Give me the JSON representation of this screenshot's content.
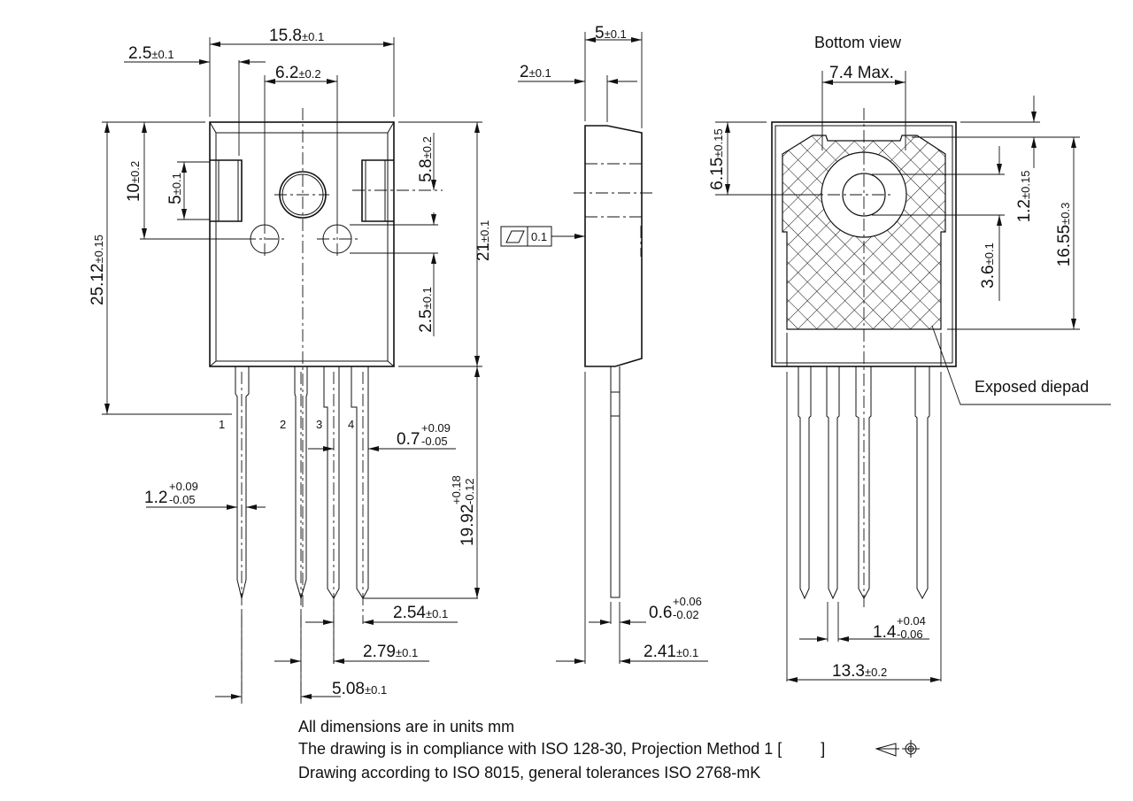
{
  "front_view": {
    "width": {
      "value": "15.8",
      "tol": "±0.1"
    },
    "tab_offset": {
      "value": "2.5",
      "tol": "±0.1"
    },
    "hole_spacing": {
      "value": "6.2",
      "tol": "±0.2"
    },
    "hole_height": {
      "value": "10",
      "tol": "±0.2"
    },
    "tab_height": {
      "value": "5",
      "tol": "±0.1"
    },
    "overall_height": {
      "value": "25.12",
      "tol": "±0.15"
    },
    "mount_hole_pos": {
      "value": "5.8",
      "tol": "±0.2"
    },
    "body_height": {
      "value": "21",
      "tol": "±0.1"
    },
    "small_hole_dia": {
      "value": "2.5",
      "tol": "±0.1"
    },
    "pins": [
      "1",
      "2",
      "3",
      "4"
    ],
    "lead_thin_width": {
      "value": "0.7",
      "tol_plus": "+0.09",
      "tol_minus": "-0.05"
    },
    "lead_width": {
      "value": "1.2",
      "tol_plus": "+0.09",
      "tol_minus": "-0.05"
    },
    "lead_length": {
      "value": "19.92",
      "tol_plus": "+0.18",
      "tol_minus": "-0.12"
    },
    "pitch_34": {
      "value": "2.54",
      "tol": "±0.1"
    },
    "pitch_23": {
      "value": "2.79",
      "tol": "±0.1"
    },
    "pitch_12": {
      "value": "5.08",
      "tol": "±0.1"
    }
  },
  "side_view": {
    "thickness": {
      "value": "5",
      "tol": "±0.1"
    },
    "tab_thickness": {
      "value": "2",
      "tol": "±0.1"
    },
    "flatness": "0.1",
    "lead_thickness": {
      "value": "0.6",
      "tol_plus": "+0.06",
      "tol_minus": "-0.02"
    },
    "lead_offset": {
      "value": "2.41",
      "tol": "±0.1"
    }
  },
  "bottom_view": {
    "title": "Bottom view",
    "pad_width": "7.4 Max.",
    "hole_center": {
      "value": "6.15",
      "tol": "±0.15"
    },
    "pad_top": {
      "value": "1.2",
      "tol": "±0.15"
    },
    "hole_dia": {
      "value": "3.6",
      "tol": "±0.1"
    },
    "pad_height": {
      "value": "16.55",
      "tol": "±0.3"
    },
    "diepad_label": "Exposed diepad",
    "lead_width": {
      "value": "1.4",
      "tol_plus": "+0.04",
      "tol_minus": "-0.06"
    },
    "pad_span": {
      "value": "13.3",
      "tol": "±0.2"
    }
  },
  "notes": {
    "line1": "All dimensions are in units mm",
    "line2_prefix": "The drawing is in compliance with ISO 128-30, Projection Method 1 [",
    "line2_suffix": "]",
    "line3": "Drawing according to ISO 8015, general tolerances ISO 2768-mK"
  }
}
